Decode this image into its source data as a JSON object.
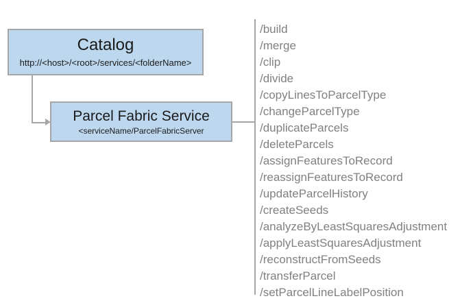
{
  "diagram": {
    "nodes": {
      "catalog": {
        "title": "Catalog",
        "subtitle": "http://<host>/<root>/services/<folderName>"
      },
      "service": {
        "title": "Parcel Fabric Service",
        "subtitle": "<serviceName/ParcelFabricServer"
      }
    },
    "operations": [
      "/build",
      "/merge",
      "/clip",
      "/divide",
      "/copyLinesToParcelType",
      "/changeParcelType",
      "/duplicateParcels",
      "/deleteParcels",
      "/assignFeaturesToRecord",
      "/reassignFeaturesToRecord",
      "/updateParcelHistory",
      "/createSeeds",
      "/analyzeByLeastSquaresAdjustment",
      "/applyLeastSquaresAdjustment",
      "/reconstructFromSeeds",
      "/transferParcel",
      "/setParcelLineLabelPosition"
    ],
    "colors": {
      "node_fill": "#bdd7ee",
      "node_border": "#a6a6a6",
      "connector": "#a6a6a6",
      "operation_text": "#808080",
      "node_text": "#1a1a1a",
      "background": "#ffffff"
    }
  }
}
